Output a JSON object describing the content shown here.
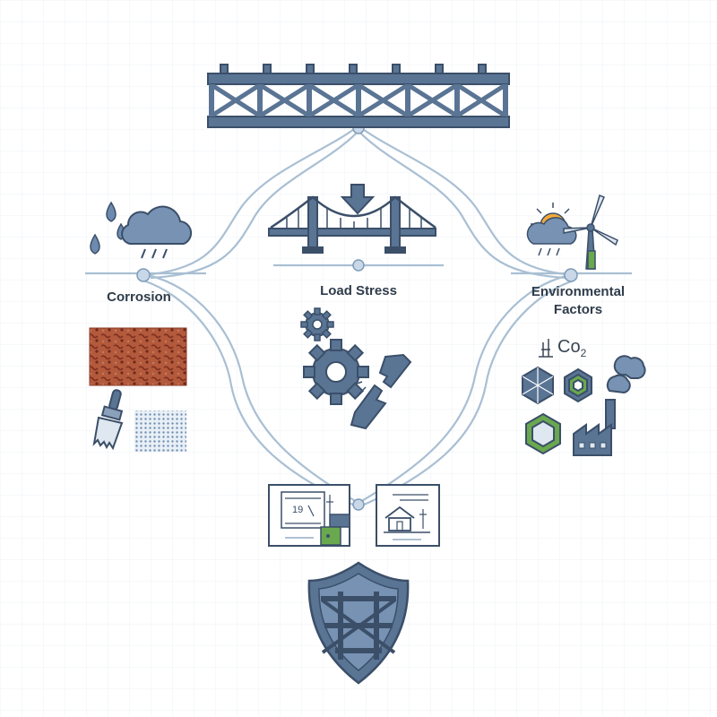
{
  "labels": {
    "corrosion": "Corrosion",
    "load_stress": "Load Stress",
    "environmental_line1": "Environmental",
    "environmental_line2": "Factors"
  },
  "chem": {
    "prefix": "H",
    "co": "Co",
    "sub": "2"
  },
  "blueprint_left_number": "19",
  "colors": {
    "steel": "#5a7494",
    "steel_dark": "#3b4f69",
    "line": "#a9bfd3",
    "node": "#bcd0e2",
    "rust": "#a24a33",
    "green": "#6aa84f",
    "sun": "#f2a93b",
    "grid": "#eef1f4"
  },
  "icons": [
    "truss-bridge-icon",
    "rain-cloud-icon",
    "water-drop-icon",
    "suspension-bridge-icon",
    "down-arrow-icon",
    "gear-icon",
    "broken-beam-icon",
    "sun-cloud-icon",
    "wind-turbine-icon",
    "hexagon-icon",
    "factory-icon",
    "paintbrush-icon",
    "blueprint-icon",
    "shield-icon"
  ]
}
